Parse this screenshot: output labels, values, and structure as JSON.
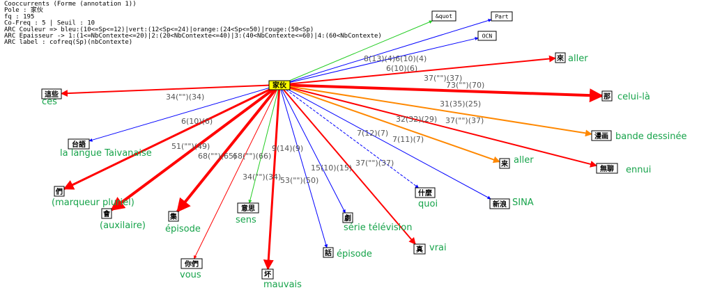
{
  "info_lines": [
    "Cooccurrents (Forme (annotation 1))",
    "Pole : 家伙",
    "fq : 195",
    "Co-Freq : 5 | Seuil : 10",
    "ARC Couleur => bleu:(10<=Sp<=12)|vert:(12<Sp<=24)|orange:(24<Sp<=50)|rouge:(50<Sp)",
    "ARC Epaisseur -> 1:(1<=NbContexte<=20)|2:(20<NbContexte<=40)|3:(40<NbContexte<=60)|4:(60<NbContexte)",
    "ARC label : cofreq(Sp)(nbContexte)"
  ],
  "colors": {
    "blue": "#0000ff",
    "green": "#22cc22",
    "orange": "#ff8800",
    "red": "#ff0000",
    "pole_fill": "#ffff00",
    "translation": "#16a34a"
  },
  "center": {
    "label": "家伙"
  },
  "nodes": [
    {
      "id": "quot",
      "label": "&quot",
      "translation": ""
    },
    {
      "id": "part",
      "label": "Part",
      "translation": ""
    },
    {
      "id": "ocn",
      "label": "OCN",
      "translation": ""
    },
    {
      "id": "lai1",
      "label": "來",
      "translation": "aller"
    },
    {
      "id": "nei",
      "label": "那",
      "translation": "celui-là"
    },
    {
      "id": "zhezhe",
      "label": "這些",
      "translation": "ces"
    },
    {
      "id": "manhua",
      "label": "漫画",
      "translation": "bande dessinée"
    },
    {
      "id": "taiyu",
      "label": "台語",
      "translation": "la langue Taivanaise"
    },
    {
      "id": "lai2",
      "label": "来",
      "translation": "aller"
    },
    {
      "id": "wuliao",
      "label": "無聊",
      "translation": "ennui"
    },
    {
      "id": "men",
      "label": "們",
      "translation": "(marqueur pluriel)"
    },
    {
      "id": "shenme",
      "label": "什麼",
      "translation": "quoi"
    },
    {
      "id": "xinlang",
      "label": "新浪",
      "translation": "SINA"
    },
    {
      "id": "hui",
      "label": "會",
      "translation": "(auxilaire)"
    },
    {
      "id": "ji",
      "label": "集",
      "translation": "épisode"
    },
    {
      "id": "yisi",
      "label": "意思",
      "translation": "sens"
    },
    {
      "id": "ju",
      "label": "劇",
      "translation": "série télévision"
    },
    {
      "id": "zhen",
      "label": "真",
      "translation": "vrai"
    },
    {
      "id": "nimen",
      "label": "你們",
      "translation": "vous"
    },
    {
      "id": "hua",
      "label": "話",
      "translation": "épisode"
    },
    {
      "id": "huai",
      "label": "坏",
      "translation": "mauvais"
    }
  ],
  "edges": [
    {
      "to": "quot",
      "color": "green",
      "width": 1,
      "label": "",
      "dashed": false
    },
    {
      "to": "part",
      "color": "blue",
      "width": 1,
      "label": "",
      "dashed": false
    },
    {
      "to": "ocn",
      "color": "blue",
      "width": 1,
      "label": "8(13)(4)6(10)(4)",
      "dashed": false
    },
    {
      "to": "lai1",
      "color": "red",
      "width": 2,
      "label": "37(\"\")(37)",
      "dashed": false
    },
    {
      "to": "nei",
      "color": "red",
      "width": 4,
      "label": "73(\"\")(70)",
      "dashed": false
    },
    {
      "to": "zhezhe",
      "color": "red",
      "width": 2,
      "label": "34(\"\")(34)",
      "dashed": false
    },
    {
      "to": "manhua",
      "color": "orange",
      "width": 2,
      "label": "31(35)(25)",
      "dashed": false
    },
    {
      "to": "taiyu",
      "color": "blue",
      "width": 1,
      "label": "6(10)(6)",
      "dashed": false
    },
    {
      "to": "lai2",
      "color": "orange",
      "width": 2,
      "label": "32(32)(29)",
      "dashed": false
    },
    {
      "to": "wuliao",
      "color": "red",
      "width": 2,
      "label": "37(\"\")(37)",
      "dashed": false
    },
    {
      "to": "men",
      "color": "red",
      "width": 3,
      "label": "51(\"\")(49)",
      "dashed": false
    },
    {
      "to": "shenme",
      "color": "blue",
      "width": 1,
      "label": "7(12)(7)",
      "dashed": true
    },
    {
      "to": "xinlang",
      "color": "blue",
      "width": 1,
      "label": "7(11)(7)",
      "dashed": false
    },
    {
      "to": "hui",
      "color": "red",
      "width": 4,
      "label": "68(\"\")(65)",
      "dashed": false
    },
    {
      "to": "ji",
      "color": "red",
      "width": 4,
      "label": "68(\"\")(66)",
      "dashed": false
    },
    {
      "to": "yisi",
      "color": "green",
      "width": 1,
      "label": "34(\"\")(34)",
      "dashed": false
    },
    {
      "to": "ju",
      "color": "blue",
      "width": 1,
      "label": "9(14)(9)",
      "dashed": false
    },
    {
      "to": "zhen",
      "color": "red",
      "width": 2,
      "label": "37(\"\")(37)",
      "dashed": false
    },
    {
      "to": "nimen",
      "color": "red",
      "width": 1,
      "label": "6(10)(6)",
      "dashed": false
    },
    {
      "to": "hua",
      "color": "blue",
      "width": 1,
      "label": "15(10)(15)",
      "dashed": false
    },
    {
      "to": "huai",
      "color": "red",
      "width": 3,
      "label": "53(\"\")(50)",
      "dashed": false
    }
  ]
}
